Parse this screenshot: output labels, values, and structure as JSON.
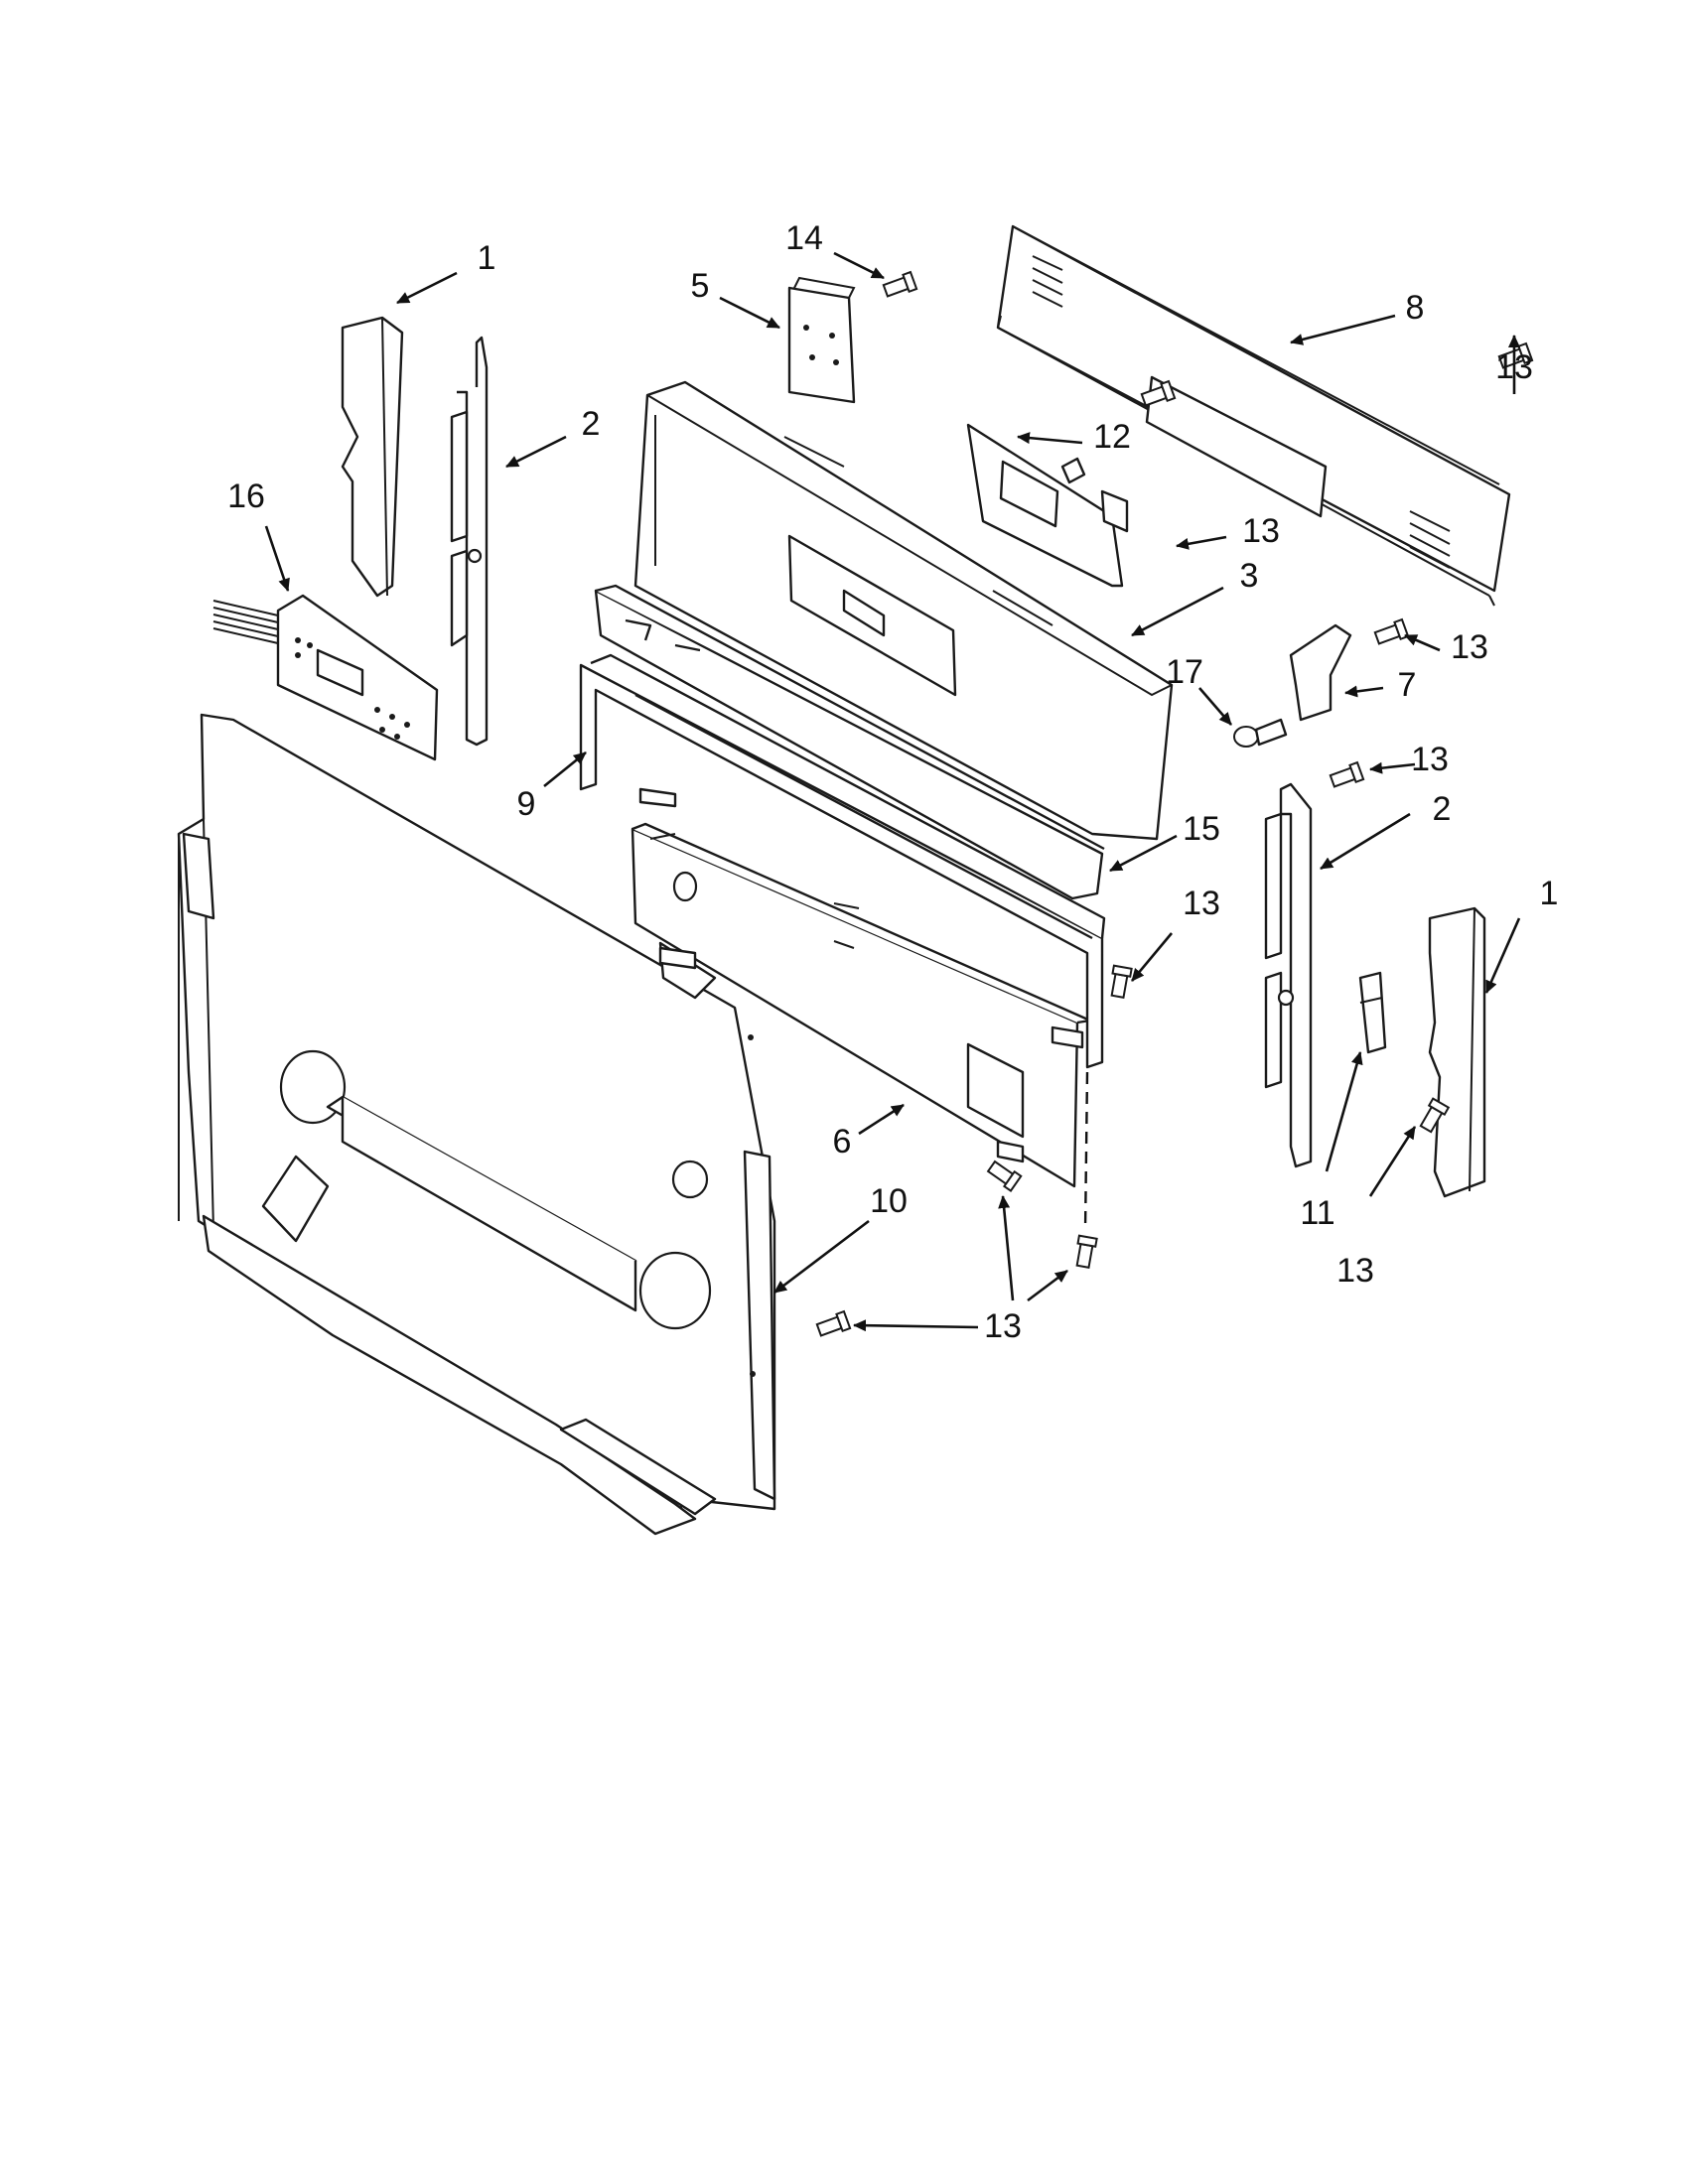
{
  "diagram": {
    "callouts": [
      {
        "id": "c1a",
        "text": "1"
      },
      {
        "id": "c1b",
        "text": "1"
      },
      {
        "id": "c2a",
        "text": "2"
      },
      {
        "id": "c2b",
        "text": "2"
      },
      {
        "id": "c3",
        "text": "3"
      },
      {
        "id": "c5",
        "text": "5"
      },
      {
        "id": "c6",
        "text": "6"
      },
      {
        "id": "c7",
        "text": "7"
      },
      {
        "id": "c8",
        "text": "8"
      },
      {
        "id": "c9",
        "text": "9"
      },
      {
        "id": "c10",
        "text": "10"
      },
      {
        "id": "c11",
        "text": "11"
      },
      {
        "id": "c12",
        "text": "12"
      },
      {
        "id": "c13a",
        "text": "13"
      },
      {
        "id": "c13b",
        "text": "13"
      },
      {
        "id": "c13c",
        "text": "13"
      },
      {
        "id": "c13d",
        "text": "13"
      },
      {
        "id": "c13e",
        "text": "13"
      },
      {
        "id": "c13f",
        "text": "13"
      },
      {
        "id": "c13g",
        "text": "13"
      },
      {
        "id": "c14",
        "text": "14"
      },
      {
        "id": "c15",
        "text": "15"
      },
      {
        "id": "c16",
        "text": "16"
      },
      {
        "id": "c17",
        "text": "17"
      }
    ]
  }
}
